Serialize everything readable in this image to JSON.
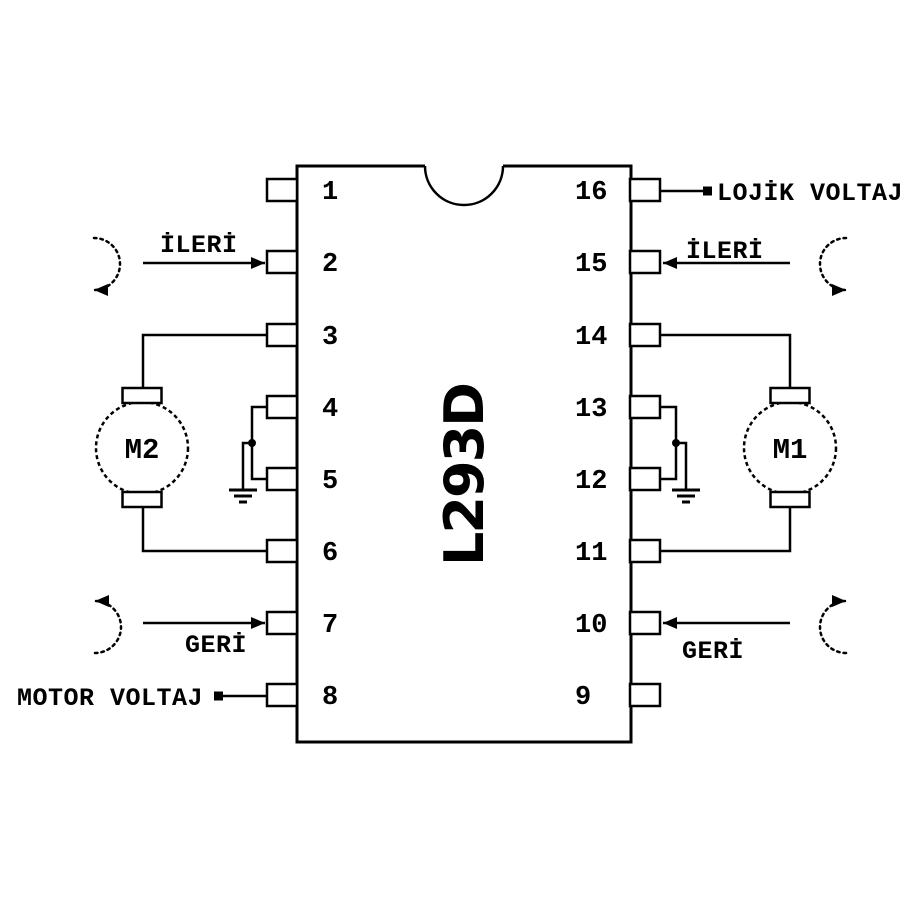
{
  "ic": {
    "part_number": "L293D",
    "pins_left": [
      "1",
      "2",
      "3",
      "4",
      "5",
      "6",
      "7",
      "8"
    ],
    "pins_right": [
      "16",
      "15",
      "14",
      "13",
      "12",
      "11",
      "10",
      "9"
    ]
  },
  "motors": {
    "left_label": "M2",
    "right_label": "M1"
  },
  "labels": {
    "logic_voltage": "LOJİK VOLTAJ",
    "motor_voltage": "MOTOR VOLTAJ",
    "forward_left": "İLERİ",
    "forward_right": "İLERİ",
    "reverse_left": "GERİ",
    "reverse_right": "GERİ"
  },
  "colors": {
    "line": "#000000",
    "background": "#ffffff"
  }
}
